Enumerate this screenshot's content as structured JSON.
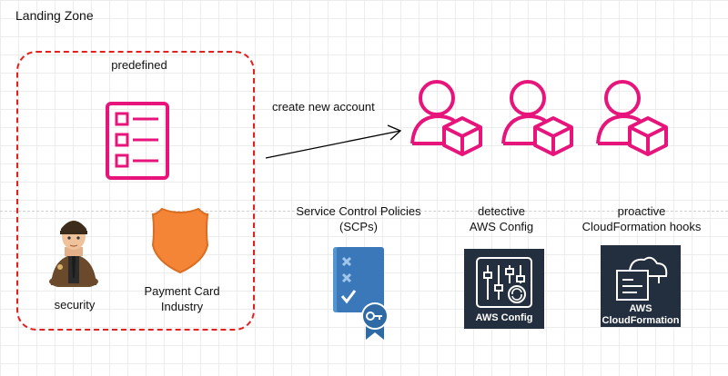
{
  "diagram": {
    "title": "Landing Zone",
    "predefined_label": "predefined",
    "security_label": "security",
    "pci_label_line1": "Payment Card",
    "pci_label_line2": "Industry",
    "arrow_label": "create new account",
    "scp_label_line1": "Service Control Policies",
    "scp_label_line2": "(SCPs)",
    "detective_label_line1": "detective",
    "detective_label_line2": "AWS Config",
    "proactive_label_line1": "proactive",
    "proactive_label_line2": "CloudFormation hooks",
    "aws_config_tile_label": "AWS Config",
    "cloudformation_tile_label_line1": "AWS",
    "cloudformation_tile_label_line2": "CloudFormation"
  },
  "colors": {
    "pink": "#e7157b",
    "dashed_border": "#e4201f",
    "aws_dark": "#232f3e",
    "badge_orange": "#f58536"
  }
}
